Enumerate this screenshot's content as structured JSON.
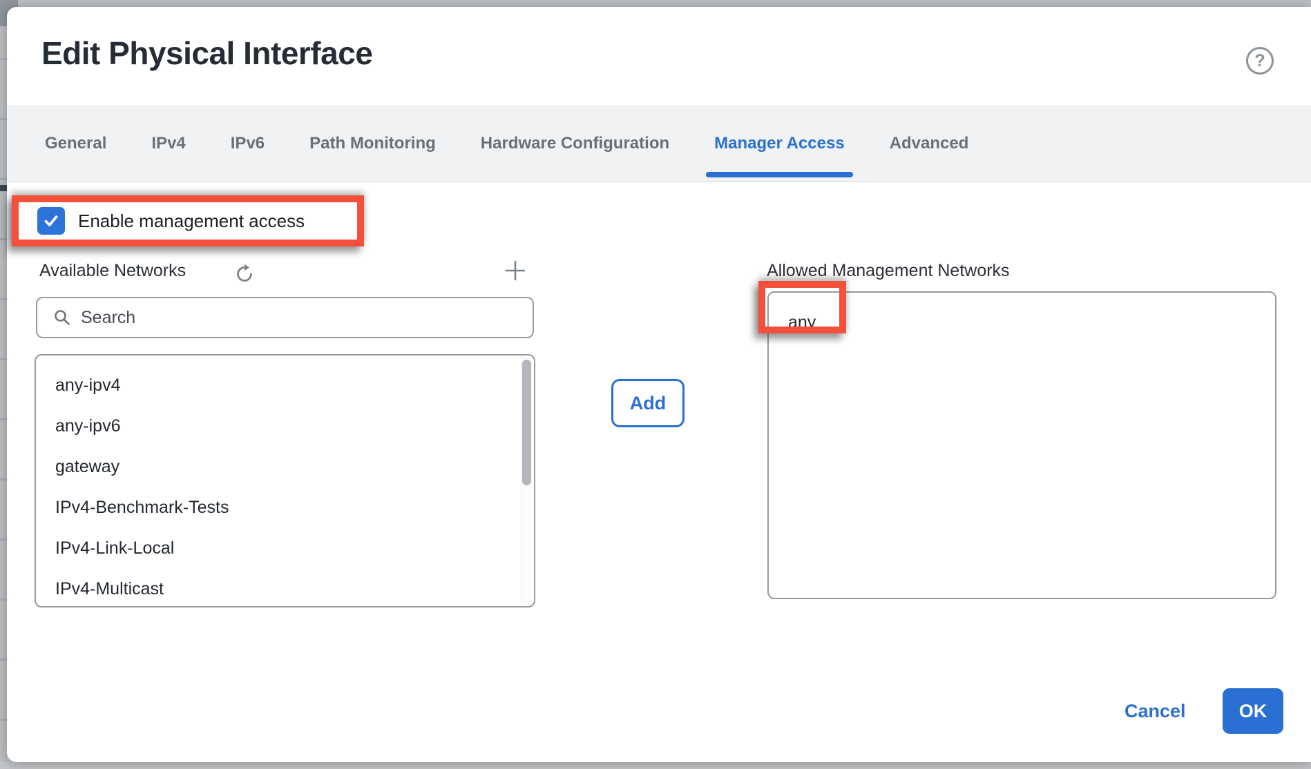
{
  "colors": {
    "accent": "#2a6fd2",
    "annotation": "#f4503c",
    "tab_inactive": "#6a7077",
    "border_gray": "#959ba1"
  },
  "dialog": {
    "title": "Edit Physical Interface",
    "help_glyph": "?"
  },
  "tabs": [
    {
      "label": "General"
    },
    {
      "label": "IPv4"
    },
    {
      "label": "IPv6"
    },
    {
      "label": "Path Monitoring"
    },
    {
      "label": "Hardware Configuration"
    },
    {
      "label": "Manager Access",
      "active": true
    },
    {
      "label": "Advanced"
    }
  ],
  "manager_access": {
    "enable_label": "Enable management access",
    "enable_checked": true,
    "available": {
      "label": "Available Networks",
      "search_placeholder": "Search",
      "items": [
        "any-ipv4",
        "any-ipv6",
        "gateway",
        "IPv4-Benchmark-Tests",
        "IPv4-Link-Local",
        "IPv4-Multicast"
      ]
    },
    "add_label": "Add",
    "allowed": {
      "label": "Allowed Management Networks",
      "items": [
        "any"
      ]
    }
  },
  "footer": {
    "cancel_label": "Cancel",
    "ok_label": "OK"
  }
}
